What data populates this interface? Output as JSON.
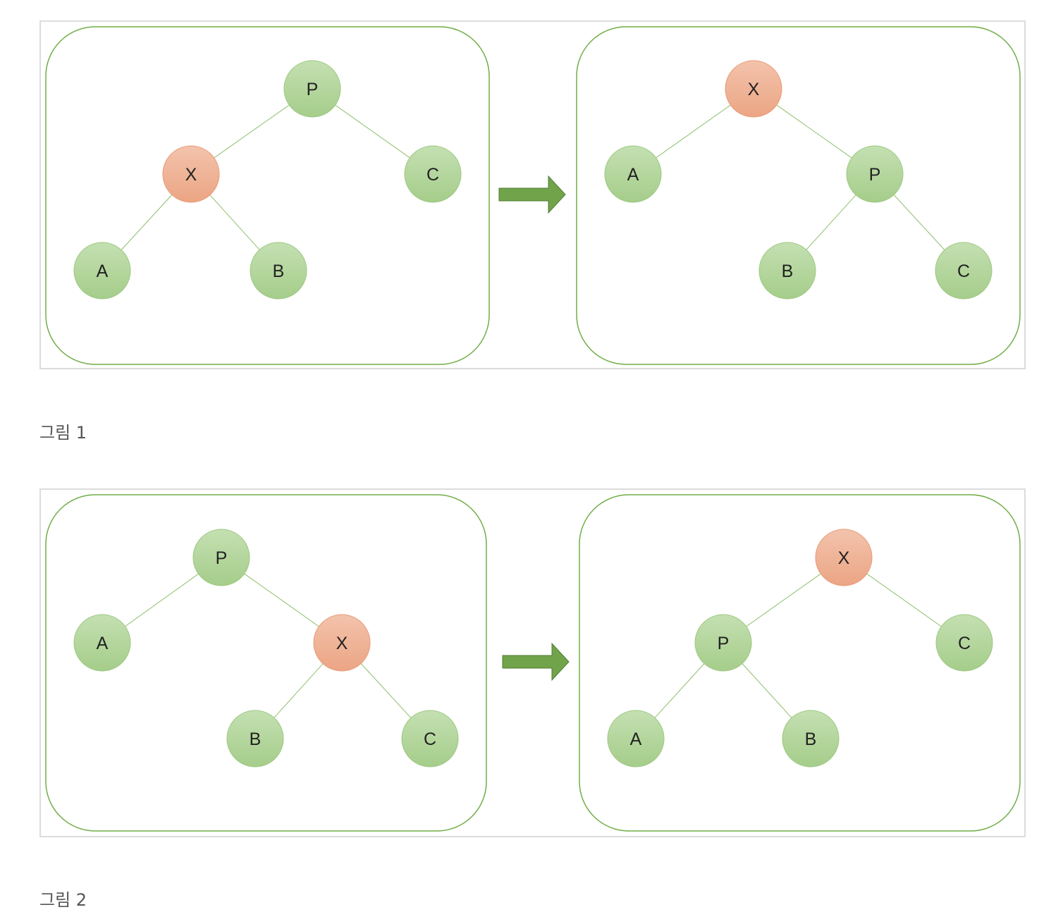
{
  "colors": {
    "node_green": "#a9d08e",
    "node_green_light": "#c2dfae",
    "node_orange": "#eda98b",
    "node_orange_light": "#f2c0a8",
    "outline_green": "#70ad47",
    "arrow_green": "#70a34a",
    "frame_border": "#dcdcdc",
    "caption_text": "#555555"
  },
  "figures": [
    {
      "caption": "그림 1",
      "before": {
        "nodes": [
          {
            "id": "P",
            "label": "P",
            "highlight": false
          },
          {
            "id": "X",
            "label": "X",
            "highlight": true
          },
          {
            "id": "C",
            "label": "C",
            "highlight": false
          },
          {
            "id": "A",
            "label": "A",
            "highlight": false
          },
          {
            "id": "B",
            "label": "B",
            "highlight": false
          }
        ],
        "edges": [
          [
            "P",
            "X"
          ],
          [
            "P",
            "C"
          ],
          [
            "X",
            "A"
          ],
          [
            "X",
            "B"
          ]
        ]
      },
      "after": {
        "nodes": [
          {
            "id": "X",
            "label": "X",
            "highlight": true
          },
          {
            "id": "A",
            "label": "A",
            "highlight": false
          },
          {
            "id": "P",
            "label": "P",
            "highlight": false
          },
          {
            "id": "B",
            "label": "B",
            "highlight": false
          },
          {
            "id": "C",
            "label": "C",
            "highlight": false
          }
        ],
        "edges": [
          [
            "X",
            "A"
          ],
          [
            "X",
            "P"
          ],
          [
            "P",
            "B"
          ],
          [
            "P",
            "C"
          ]
        ]
      }
    },
    {
      "caption": "그림 2",
      "before": {
        "nodes": [
          {
            "id": "P",
            "label": "P",
            "highlight": false
          },
          {
            "id": "A",
            "label": "A",
            "highlight": false
          },
          {
            "id": "X",
            "label": "X",
            "highlight": true
          },
          {
            "id": "B",
            "label": "B",
            "highlight": false
          },
          {
            "id": "C",
            "label": "C",
            "highlight": false
          }
        ],
        "edges": [
          [
            "P",
            "A"
          ],
          [
            "P",
            "X"
          ],
          [
            "X",
            "B"
          ],
          [
            "X",
            "C"
          ]
        ]
      },
      "after": {
        "nodes": [
          {
            "id": "X",
            "label": "X",
            "highlight": true
          },
          {
            "id": "P",
            "label": "P",
            "highlight": false
          },
          {
            "id": "C",
            "label": "C",
            "highlight": false
          },
          {
            "id": "A",
            "label": "A",
            "highlight": false
          },
          {
            "id": "B",
            "label": "B",
            "highlight": false
          }
        ],
        "edges": [
          [
            "X",
            "P"
          ],
          [
            "X",
            "C"
          ],
          [
            "P",
            "A"
          ],
          [
            "P",
            "B"
          ]
        ]
      }
    }
  ]
}
